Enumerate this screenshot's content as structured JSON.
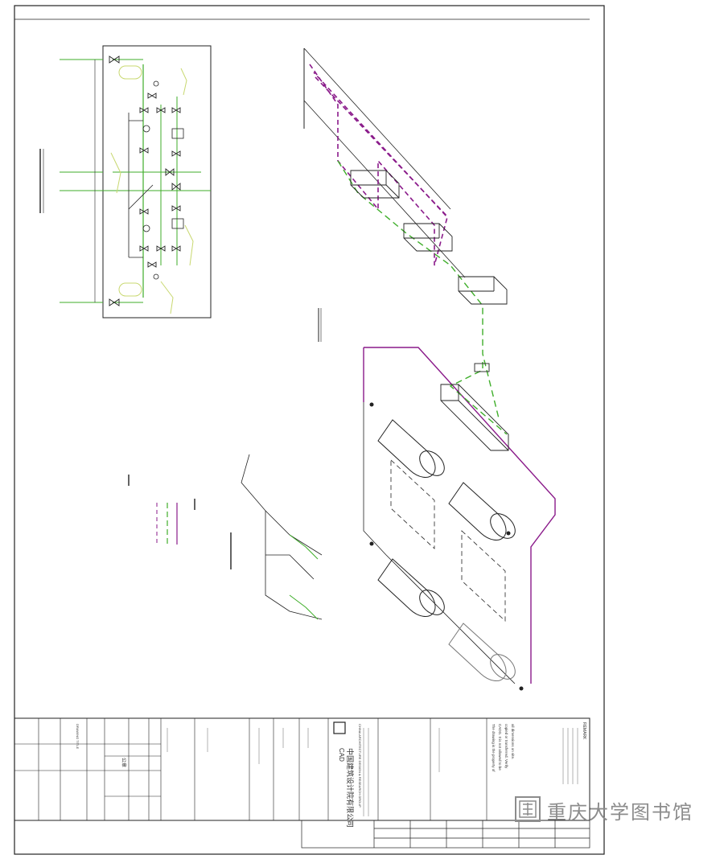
{
  "watermark": {
    "library_name": "重庆大学图书馆"
  },
  "title_block": {
    "company_cn": "中国建筑设计院有限公司",
    "company_en": "CHINA ARCHITECTURE DESIGN & RESEARCH GROUP",
    "logo_letters": "CAD",
    "remark_label": "REMARK",
    "stamp_label": "公章",
    "drawing_title_label": "DRAWING TITLE",
    "note_lines": [
      "The drawing is the property of",
      "CADG. It is not allowed to be",
      "copied or transferred. Verify",
      "all dimensions on site."
    ]
  },
  "colors": {
    "line": "#222222",
    "green": "#3fae2a",
    "purple": "#8a1a8a",
    "yellow_green": "#c8d870",
    "watermark": "#8c8c8c"
  }
}
